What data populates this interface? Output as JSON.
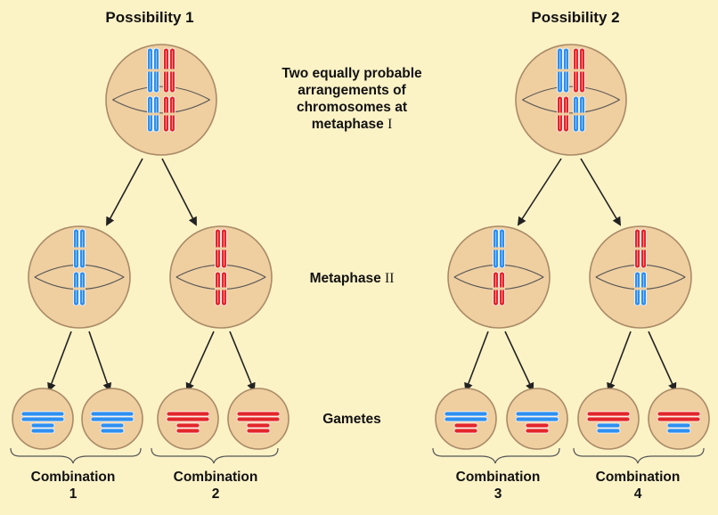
{
  "title_left": "Possibility 1",
  "title_right": "Possibility 2",
  "annotation": {
    "line1": "Two equally probable",
    "line2": "arrangements of",
    "line3": "chromosomes at",
    "line4": "metaphase",
    "numeral_I": "I"
  },
  "metaphase2": {
    "text": "Metaphase",
    "numeral": "II"
  },
  "gametes_label": "Gametes",
  "combinations": [
    {
      "word": "Combination",
      "num": "1"
    },
    {
      "word": "Combination",
      "num": "2"
    },
    {
      "word": "Combination",
      "num": "3"
    },
    {
      "word": "Combination",
      "num": "4"
    }
  ],
  "colors": {
    "background": "#fbf2c6",
    "cell_fill": "#efcea0",
    "cell_stroke": "#a98b67",
    "blue": "#2e8ff0",
    "red": "#e3262b",
    "arrow": "#222222"
  }
}
